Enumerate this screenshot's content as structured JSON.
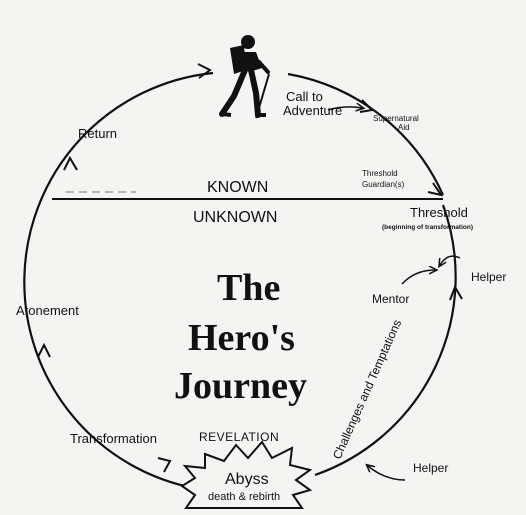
{
  "diagram": {
    "title_lines": [
      "The",
      "Hero's",
      "Journey"
    ],
    "known": "KNOWN",
    "unknown": "UNKNOWN",
    "stages": {
      "call_line1": "Call to",
      "call_line2": "Adventure",
      "supernatural_line1": "Supernatural",
      "supernatural_line2": "Aid",
      "guardians_line1": "Threshold",
      "guardians_line2": "Guardian(s)",
      "threshold": "Threshold",
      "threshold_sub": "(beginning of transformation)",
      "helper_top": "Helper",
      "mentor": "Mentor",
      "challenges": "Challenges and Temptations",
      "helper_bottom": "Helper",
      "abyss": "Abyss",
      "abyss_sub": "death & rebirth",
      "revelation": "REVELATION",
      "transformation": "Transformation",
      "atonement": "Atonement",
      "return": "Return"
    },
    "icons": [
      "hiker-icon",
      "starburst-icon",
      "arrow-icon"
    ],
    "colors": {
      "ink": "#111111",
      "paper": "#f4f4f2"
    }
  }
}
